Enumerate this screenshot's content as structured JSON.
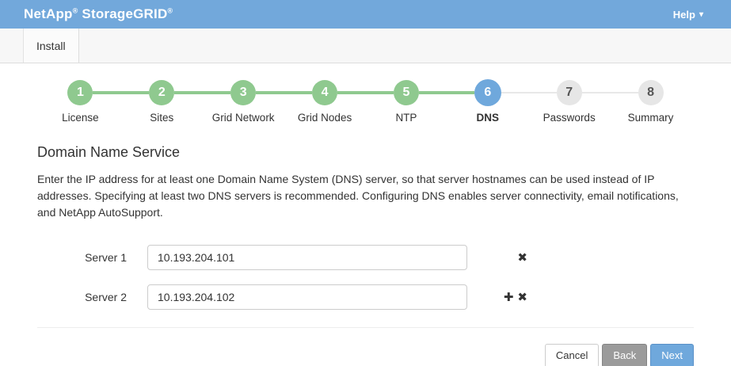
{
  "colors": {
    "header-blue": "#72a8db",
    "step-green": "#8fc98f",
    "step-blue": "#6fa8dc"
  },
  "header": {
    "brand": "NetApp",
    "reg_mark": "®",
    "product": "StorageGRID",
    "help_label": "Help",
    "help_caret": "▾"
  },
  "tabs": {
    "install_label": "Install"
  },
  "stepper": {
    "steps": [
      {
        "number": "1",
        "label": "License",
        "state": "complete"
      },
      {
        "number": "2",
        "label": "Sites",
        "state": "complete"
      },
      {
        "number": "3",
        "label": "Grid Network",
        "state": "complete"
      },
      {
        "number": "4",
        "label": "Grid Nodes",
        "state": "complete"
      },
      {
        "number": "5",
        "label": "NTP",
        "state": "complete"
      },
      {
        "number": "6",
        "label": "DNS",
        "state": "active"
      },
      {
        "number": "7",
        "label": "Passwords",
        "state": "pending"
      },
      {
        "number": "8",
        "label": "Summary",
        "state": "pending"
      }
    ]
  },
  "main": {
    "title": "Domain Name Service",
    "description": "Enter the IP address for at least one Domain Name System (DNS) server, so that server hostnames can be used instead of IP addresses. Specifying at least two DNS servers is recommended. Configuring DNS enables server connectivity, email notifications, and NetApp AutoSupport."
  },
  "form": {
    "rows": [
      {
        "label": "Server 1",
        "value": "10.193.204.101"
      },
      {
        "label": "Server 2",
        "value": "10.193.204.102"
      }
    ],
    "icons": {
      "add": "✚",
      "remove": "✖"
    }
  },
  "footer": {
    "cancel_label": "Cancel",
    "back_label": "Back",
    "next_label": "Next"
  }
}
